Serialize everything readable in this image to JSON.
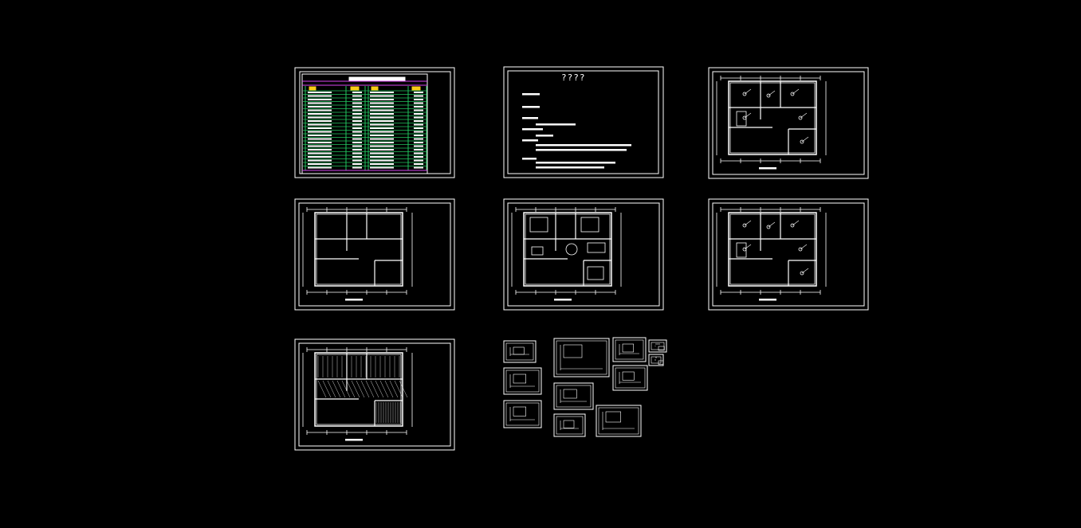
{
  "drawing": {
    "background": "#000000",
    "line_color": "#ffffff",
    "accent_green": "#22c55e",
    "accent_magenta": "#d946ef",
    "accent_yellow": "#facc15",
    "notes_sheet_title": "????"
  },
  "sheets": [
    {
      "id": "material-table",
      "kind": "table"
    },
    {
      "id": "design-notes",
      "kind": "notes"
    },
    {
      "id": "plan-lighting-a",
      "kind": "plan"
    },
    {
      "id": "plan-walls",
      "kind": "plan"
    },
    {
      "id": "plan-furniture",
      "kind": "plan"
    },
    {
      "id": "plan-lighting-b",
      "kind": "plan"
    },
    {
      "id": "plan-flooring",
      "kind": "plan"
    },
    {
      "id": "detail-cluster",
      "kind": "details"
    }
  ]
}
